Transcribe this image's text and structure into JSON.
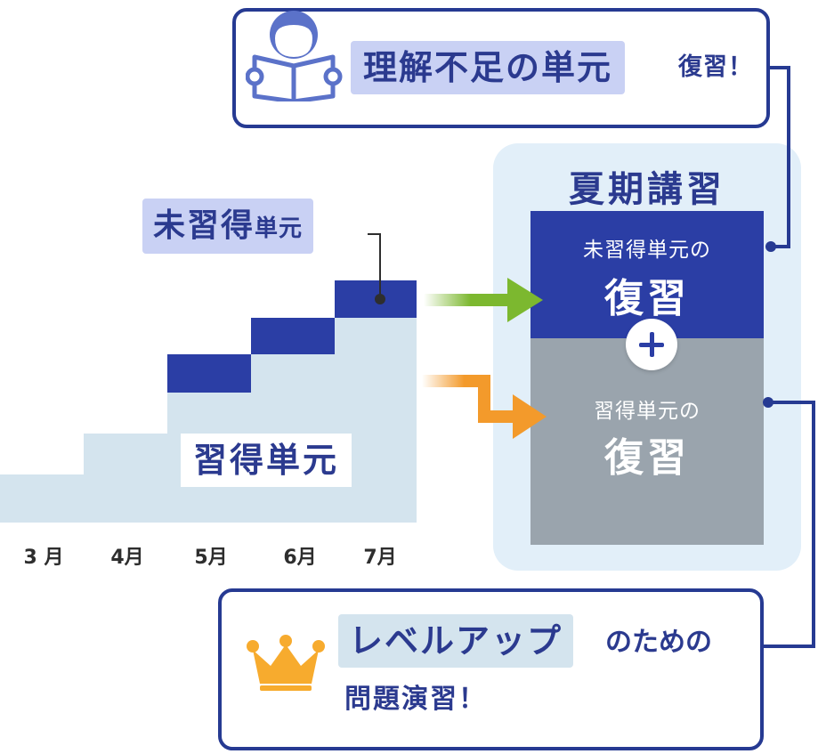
{
  "top_callout": {
    "highlight": "理解不足の単元",
    "tail": "復習！",
    "icon": "reading-person-icon"
  },
  "summer": {
    "title": "夏期講習",
    "blue_small": "未習得単元の",
    "blue_big": "復習",
    "gray_small": "習得単元の",
    "gray_big": "復習",
    "plus": "plus-icon"
  },
  "staircase": {
    "learned_label": "習得単元",
    "unlearned_big": "未習得",
    "unlearned_small": "単元",
    "months": [
      "3 月",
      "4月",
      "5月",
      "6月",
      "7月"
    ]
  },
  "bottom_callout": {
    "highlight": "レベルアップ",
    "tail": "のための",
    "line2": "問題演習！",
    "icon": "crown-icon"
  },
  "colors": {
    "navy": "#263a92",
    "blue_block": "#2b3ea5",
    "gray_block": "#9aa4ad",
    "step": "#d4e4ee",
    "panel_bg": "#e2eff9",
    "label_bg": "#c9d1f4",
    "green_arrow": "#7cb82f",
    "orange_arrow": "#f39a2b",
    "crown": "#f7ab2e"
  }
}
